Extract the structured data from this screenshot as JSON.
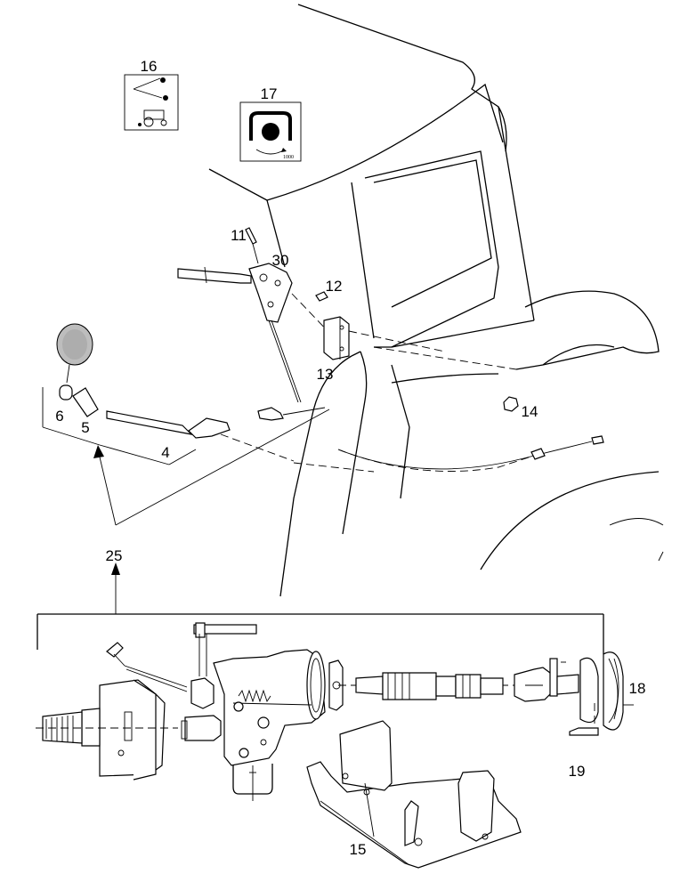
{
  "callouts": {
    "c4": "4",
    "c5": "5",
    "c6": "6",
    "c11": "11",
    "c12": "12",
    "c13": "13",
    "c14": "14",
    "c15": "15",
    "c16": "16",
    "c17": "17",
    "c18": "18",
    "c19": "19",
    "c25": "25",
    "c30": "30"
  },
  "decal": {
    "pto_speed": "1000"
  },
  "icons": [
    "decal-tractor-icon",
    "decal-pto-icon",
    "knob-foam-icon"
  ]
}
